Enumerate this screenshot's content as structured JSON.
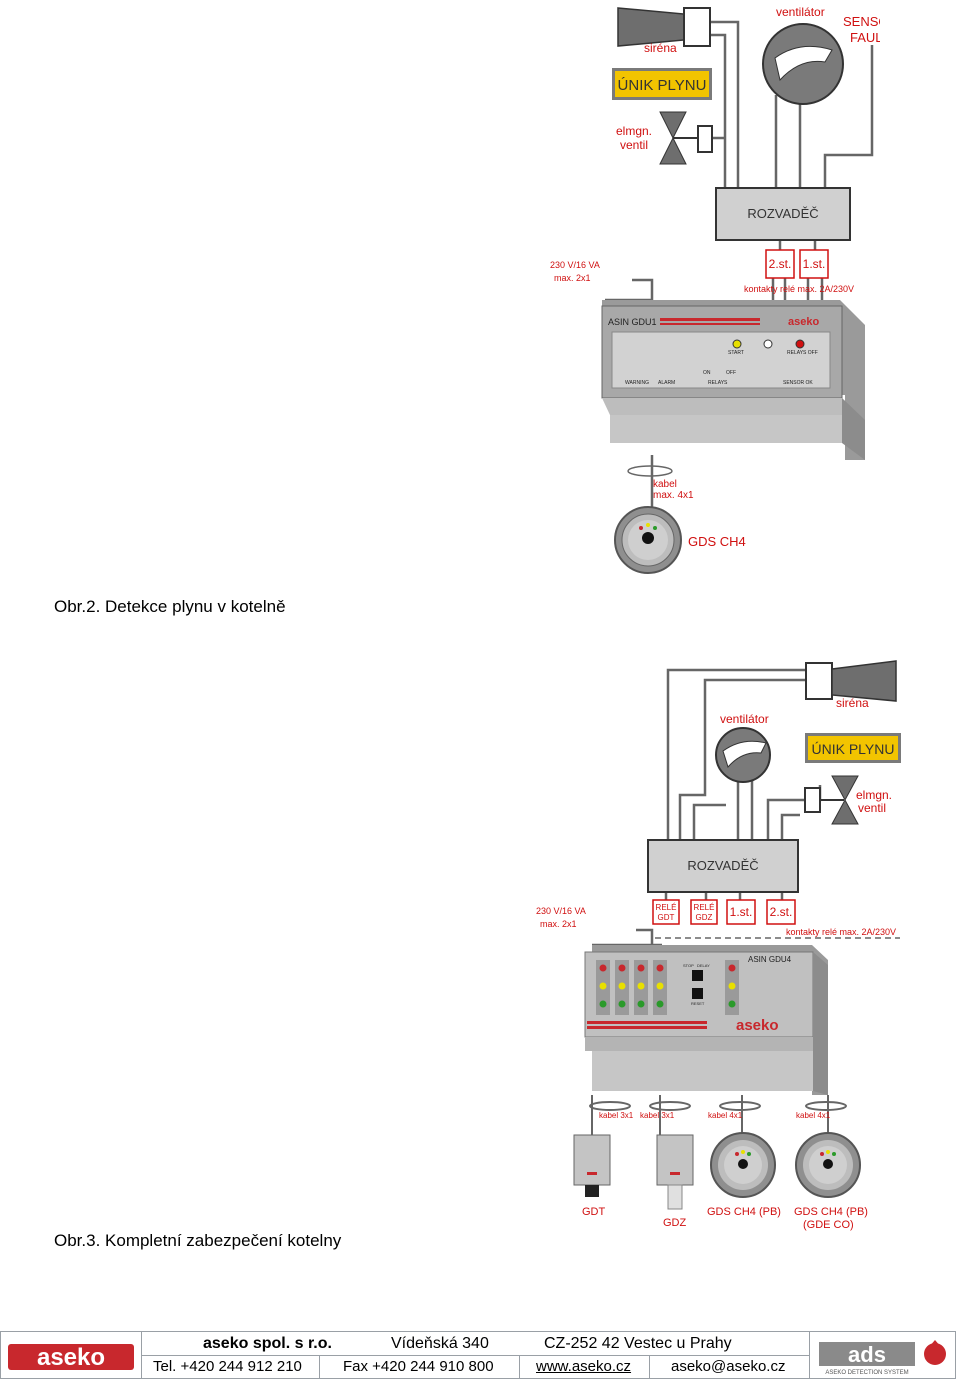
{
  "figure1": {
    "caption": "Obr.2.  Detekce plynu v kotelně",
    "labels": {
      "sirena": "siréna",
      "unik": "ÚNIK PLYNU",
      "ventil_line1": "elmgn.",
      "ventil_line2": "ventil",
      "ventilator": "ventilátor",
      "sensor1": "SENSOR",
      "sensor2": "FAULT",
      "rozvadec": "ROZVADĚČ",
      "power1": "230 V/16 VA",
      "power2": "max. 2x1",
      "st2": "2.st.",
      "st1": "1.st.",
      "kontakty": "kontakty relé max. 2A/230V",
      "device": "ASIN GDU1",
      "brand": "aseko",
      "start": "START",
      "relays_off": "RELAYS OFF",
      "on": "ON",
      "off": "OFF",
      "warning": "WARNING",
      "alarm": "ALARM",
      "relays": "RELAYS",
      "sensor_ok": "SENSOR OK",
      "kabel1": "kabel",
      "kabel2": "max. 4x1",
      "gds": "GDS CH4"
    }
  },
  "figure2": {
    "caption": "Obr.3. Kompletní zabezpečení kotelny",
    "labels": {
      "ventilator": "ventilátor",
      "sirena": "siréna",
      "unik": "ÚNIK PLYNU",
      "ventil_line1": "elmgn.",
      "ventil_line2": "ventil",
      "rozvadec": "ROZVADĚČ",
      "power1": "230 V/16 VA",
      "power2": "max. 2x1",
      "rele_gdt1": "RELÉ",
      "rele_gdt2": "GDT",
      "rele_gdz1": "RELÉ",
      "rele_gdz2": "GDZ",
      "st1": "1.st.",
      "st2": "2.st.",
      "kontakty": "kontakty relé max. 2A/230V",
      "device": "ASIN GDU4",
      "stop": "STOP",
      "delay": "DELAY",
      "reset": "RESET",
      "brand": "aseko",
      "kabel_a": "kabel 3x1",
      "kabel_b": "kabel 3x1",
      "kabel_c": "kabel 4x1",
      "kabel_d": "kabel 4x1",
      "gdt": "GDT",
      "gdz": "GDZ",
      "gds_a": "GDS CH4 (PB)",
      "gds_b1": "GDS CH4 (PB)",
      "gds_b2": "(GDE CO)"
    }
  },
  "footer": {
    "logo_left": "aseko",
    "company": "aseko spol. s r.o.",
    "street": "Vídeňská 340",
    "city": "CZ-252 42  Vestec u Prahy",
    "tel": "Tel.  +420 244 912 210",
    "fax": "Fax +420 244 910 800",
    "web": "www.aseko.cz",
    "email": "aseko@aseko.cz",
    "logo_right": "ads",
    "logo_right_sub": "ASEKO DETECTION SYSTEM"
  },
  "colors": {
    "brand_red": "#c8282d",
    "sign_yellow": "#f2c400",
    "panel_grey": "#c8c8c8",
    "label_red": "#d01010"
  }
}
